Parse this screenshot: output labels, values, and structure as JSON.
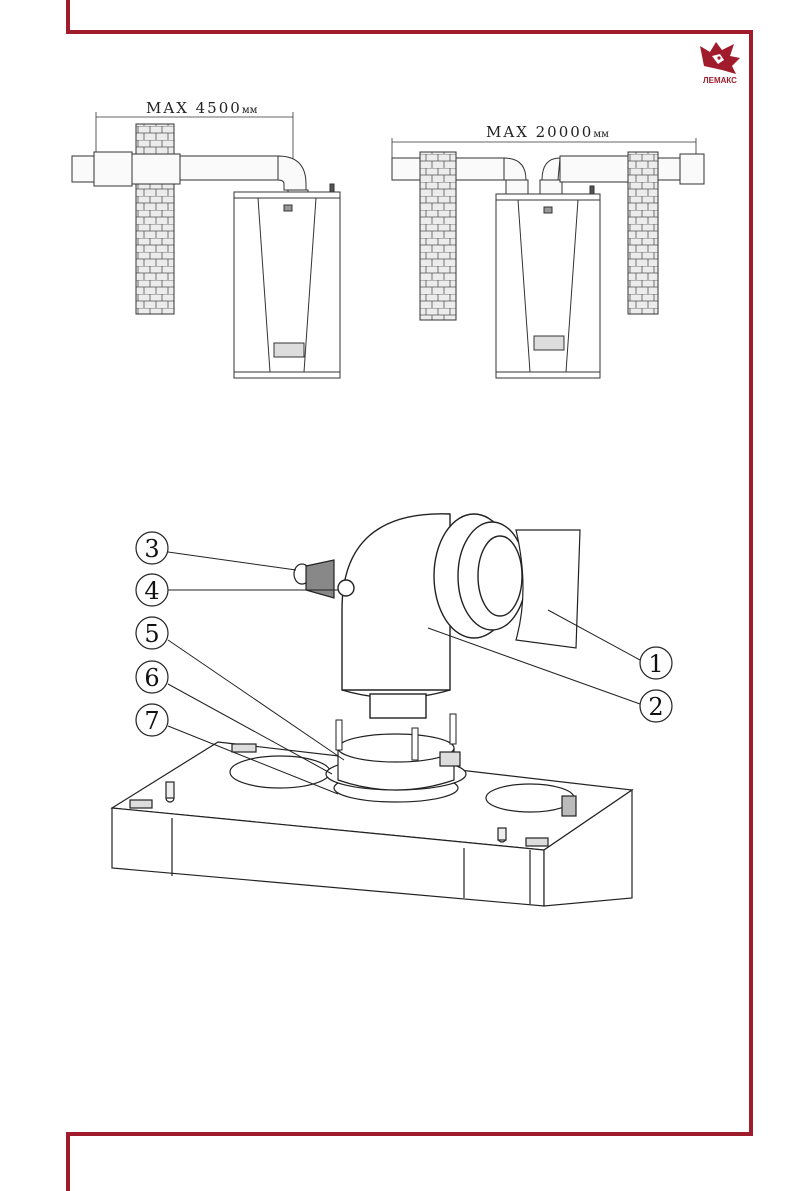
{
  "brand": {
    "logo_text": "ЛЕМАКС",
    "accent_color": "#a01c2c",
    "logo_icon": "lion-head-icon"
  },
  "figure_top": {
    "left_label": {
      "prefix": "MAX 4500",
      "unit": "мм"
    },
    "right_label": {
      "prefix": "MAX 20000",
      "unit": "мм"
    }
  },
  "figure_bottom": {
    "callouts": [
      "1",
      "2",
      "3",
      "4",
      "5",
      "6",
      "7"
    ]
  }
}
